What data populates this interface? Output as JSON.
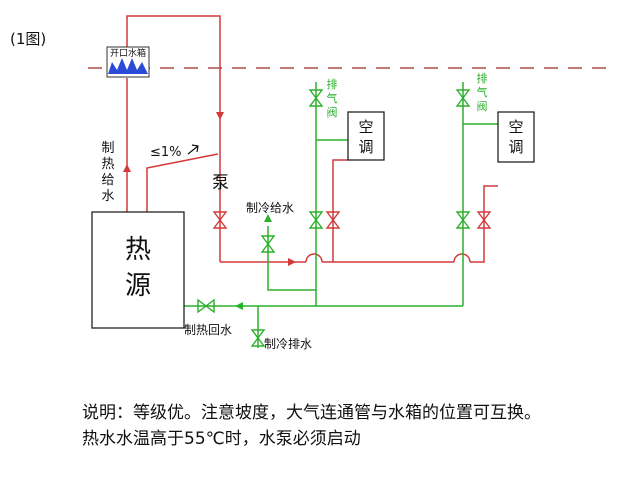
{
  "figure_label": "(1图)",
  "colors": {
    "hot_water": "#d23a3a",
    "cold_water": "#2bb02b",
    "text": "#111111",
    "tank_fill": "#2a4ad8"
  },
  "labels": {
    "tank": "开口水箱",
    "heat_supply": [
      "制",
      "热",
      "给",
      "水"
    ],
    "slope": "≤1%",
    "pump": "泵",
    "cold_supply": "制冷给水",
    "heat_source": [
      "热",
      "源"
    ],
    "heat_return": "制热回水",
    "cold_drain": "制冷排水",
    "vent_valve_1": [
      "排",
      "气",
      "阀"
    ],
    "vent_valve_2": [
      "排",
      "气",
      "阀"
    ],
    "ac_1": [
      "空",
      "调"
    ],
    "ac_2": [
      "空",
      "调"
    ]
  },
  "note": "说明：等级优。注意坡度，大气连通管与水箱的位置可互换。热水水温高于55℃时，水泵必须启动"
}
